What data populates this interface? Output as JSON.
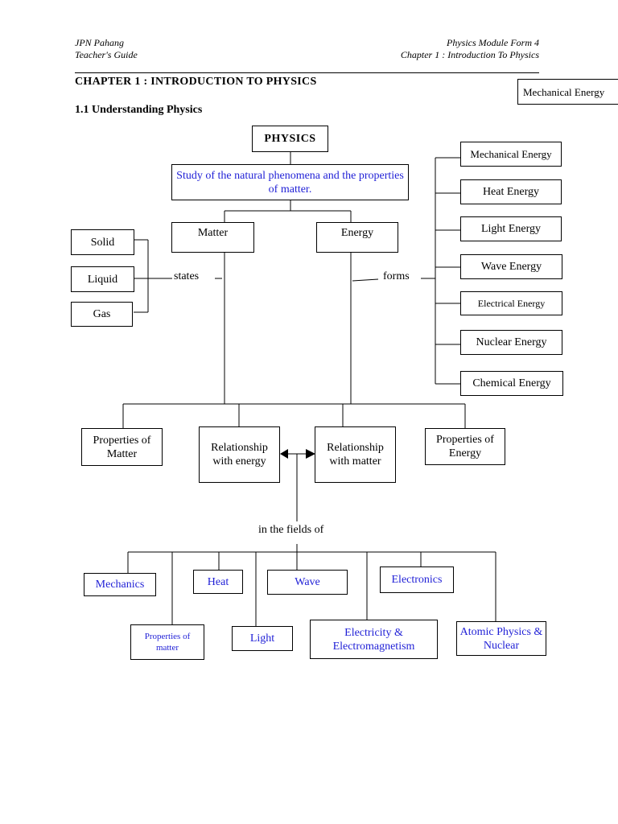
{
  "header": {
    "left_line1": "JPN Pahang",
    "left_line2": "Teacher's Guide",
    "right_line1": "Physics Module Form 4",
    "right_line2": "Chapter 1 : Introduction To Physics"
  },
  "chapter_title": "CHAPTER 1 :  INTRODUCTION TO PHYSICS",
  "section_title": "1.1 Understanding Physics",
  "floating_box": "Mechanical Energy",
  "diagram": {
    "root": "PHYSICS",
    "definition": "Study of  the natural phenomena and the properties of matter.",
    "matter": "Matter",
    "energy": "Energy",
    "states_label": "states",
    "forms_label": "forms",
    "states": [
      "Solid",
      "Liquid",
      "Gas"
    ],
    "forms": [
      "Mechanical Energy",
      "Heat Energy",
      "Light Energy",
      "Wave Energy",
      "Electrical Energy",
      "Nuclear Energy",
      "Chemical Energy"
    ],
    "properties_of_matter": "Properties of Matter",
    "relationship_energy": "Relationship with energy",
    "relationship_matter": "Relationship with matter",
    "properties_of_energy": "Properties of Energy",
    "fields_label": "in the fields of",
    "fields_top": [
      "Mechanics",
      "Heat",
      "Wave",
      "Electronics"
    ],
    "fields_bottom": [
      "Properties of matter",
      "Light",
      "Electricity & Electromagnetism",
      "Atomic Physics & Nuclear"
    ]
  }
}
